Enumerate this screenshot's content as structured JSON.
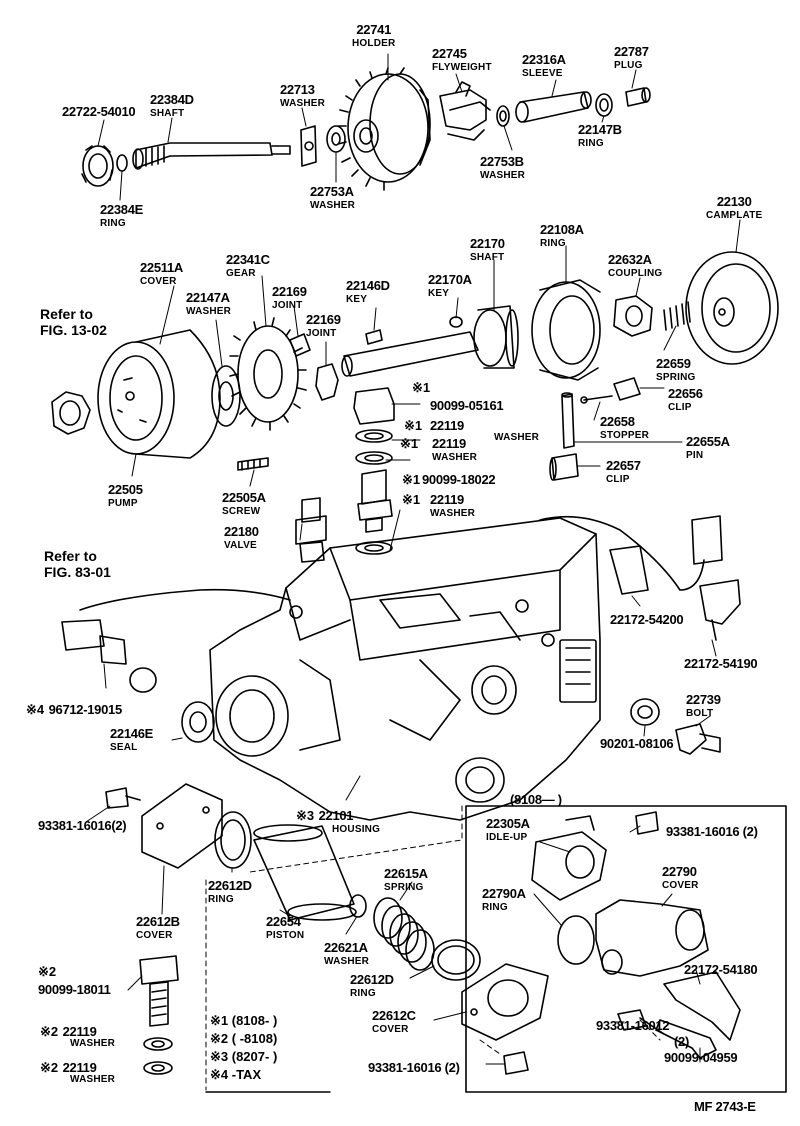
{
  "parts": [
    {
      "id": "p22741",
      "num": "22741",
      "name": "HOLDER"
    },
    {
      "id": "p22745",
      "num": "22745",
      "name": "FLYWEIGHT"
    },
    {
      "id": "p22316A",
      "num": "22316A",
      "name": "SLEEVE"
    },
    {
      "id": "p22787",
      "num": "22787",
      "name": "PLUG"
    },
    {
      "id": "p22722",
      "num": "22722-54010",
      "name": ""
    },
    {
      "id": "p22384D",
      "num": "22384D",
      "name": "SHAFT"
    },
    {
      "id": "p22713",
      "num": "22713",
      "name": "WASHER"
    },
    {
      "id": "p22147B",
      "num": "22147B",
      "name": "RING"
    },
    {
      "id": "p22753B",
      "num": "22753B",
      "name": "WASHER"
    },
    {
      "id": "p22753A",
      "num": "22753A",
      "name": "WASHER"
    },
    {
      "id": "p22384E",
      "num": "22384E",
      "name": "RING"
    },
    {
      "id": "p22130",
      "num": "22130",
      "name": "CAMPLATE"
    },
    {
      "id": "p22108A",
      "num": "22108A",
      "name": "RING"
    },
    {
      "id": "p22170",
      "num": "22170",
      "name": "SHAFT"
    },
    {
      "id": "p22632A",
      "num": "22632A",
      "name": "COUPLING"
    },
    {
      "id": "p22511A",
      "num": "22511A",
      "name": "COVER"
    },
    {
      "id": "p22341C",
      "num": "22341C",
      "name": "GEAR"
    },
    {
      "id": "p22169a",
      "num": "22169",
      "name": "JOINT"
    },
    {
      "id": "p22146D",
      "num": "22146D",
      "name": "KEY"
    },
    {
      "id": "p22170A",
      "num": "22170A",
      "name": "KEY"
    },
    {
      "id": "p22147A",
      "num": "22147A",
      "name": "WASHER"
    },
    {
      "id": "p22169b",
      "num": "22169",
      "name": "JOINT"
    },
    {
      "id": "p22659",
      "num": "22659",
      "name": "SPRING"
    },
    {
      "id": "p22656",
      "num": "22656",
      "name": "CLIP"
    },
    {
      "id": "p90099_05161",
      "num": "90099-05161",
      "name": ""
    },
    {
      "id": "p22658",
      "num": "22658",
      "name": "STOPPER"
    },
    {
      "id": "p22119a",
      "num": "22119",
      "name": "WASHER"
    },
    {
      "id": "p22119b",
      "num": "22119",
      "name": "WASHER"
    },
    {
      "id": "p22655A",
      "num": "22655A",
      "name": "PIN"
    },
    {
      "id": "p22657",
      "num": "22657",
      "name": "CLIP"
    },
    {
      "id": "p90099_18022",
      "num": "90099-18022",
      "name": ""
    },
    {
      "id": "p22505",
      "num": "22505",
      "name": "PUMP"
    },
    {
      "id": "p22505A",
      "num": "22505A",
      "name": "SCREW"
    },
    {
      "id": "p22119c",
      "num": "22119",
      "name": "WASHER"
    },
    {
      "id": "p22180",
      "num": "22180",
      "name": "VALVE"
    },
    {
      "id": "p22172_54200",
      "num": "22172-54200",
      "name": ""
    },
    {
      "id": "p22172_54190",
      "num": "22172-54190",
      "name": ""
    },
    {
      "id": "p96712",
      "num": "96712-19015",
      "name": ""
    },
    {
      "id": "p22739",
      "num": "22739",
      "name": "BOLT"
    },
    {
      "id": "p22146E",
      "num": "22146E",
      "name": "SEAL"
    },
    {
      "id": "p90201",
      "num": "90201-08106",
      "name": ""
    },
    {
      "id": "p22101",
      "num": "22101",
      "name": "HOUSING"
    },
    {
      "id": "p8108",
      "num": "(8108—       )",
      "name": ""
    },
    {
      "id": "p22305A",
      "num": "22305A",
      "name": "IDLE-UP"
    },
    {
      "id": "p93381r",
      "num": "93381-16016 (2)",
      "name": ""
    },
    {
      "id": "p93381l",
      "num": "93381-16016(2)",
      "name": ""
    },
    {
      "id": "p22615A",
      "num": "22615A",
      "name": "SPRING"
    },
    {
      "id": "p22790",
      "num": "22790",
      "name": "COVER"
    },
    {
      "id": "p22612Da",
      "num": "22612D",
      "name": "RING"
    },
    {
      "id": "p22790A",
      "num": "22790A",
      "name": "RING"
    },
    {
      "id": "p22654",
      "num": "22654",
      "name": "PISTON"
    },
    {
      "id": "p22612B",
      "num": "22612B",
      "name": "COVER"
    },
    {
      "id": "p22621A",
      "num": "22621A",
      "name": "WASHER"
    },
    {
      "id": "p22172_54180",
      "num": "22172-54180",
      "name": ""
    },
    {
      "id": "p22612Db",
      "num": "22612D",
      "name": "RING"
    },
    {
      "id": "p90099_18011",
      "num": "90099-18011",
      "name": ""
    },
    {
      "id": "p22612C",
      "num": "22612C",
      "name": "COVER"
    },
    {
      "id": "p22119d",
      "num": "22119",
      "name": "WASHER"
    },
    {
      "id": "p93381_16012",
      "num": "93381-16012",
      "name": ""
    },
    {
      "id": "p93381_16012q",
      "num": "(2)",
      "name": ""
    },
    {
      "id": "p22119e",
      "num": "22119",
      "name": "WASHER"
    },
    {
      "id": "p90099_04959",
      "num": "90099-04959",
      "name": ""
    },
    {
      "id": "p93381b",
      "num": "93381-16016 (2)",
      "name": ""
    }
  ],
  "references": [
    {
      "id": "ref1",
      "line1": "Refer to",
      "line2": "FIG. 13-02"
    },
    {
      "id": "ref2",
      "line1": "Refer to",
      "line2": "FIG. 83-01"
    }
  ],
  "marks": {
    "m1a": "※1",
    "m1b": "※1",
    "m1c": "※1",
    "m1d": "※1",
    "m1e": "※1",
    "m4": "※4",
    "m3": "※3",
    "m2a": "※2",
    "m2b": "※2",
    "m2c": "※2"
  },
  "legend": [
    {
      "mark": "※1",
      "text": "(8108-        )"
    },
    {
      "mark": "※2",
      "text": "(         -8108)"
    },
    {
      "mark": "※3",
      "text": "(8207-        )"
    },
    {
      "mark": "※4",
      "text": "-TAX"
    }
  ],
  "footer": "MF  2743-E"
}
